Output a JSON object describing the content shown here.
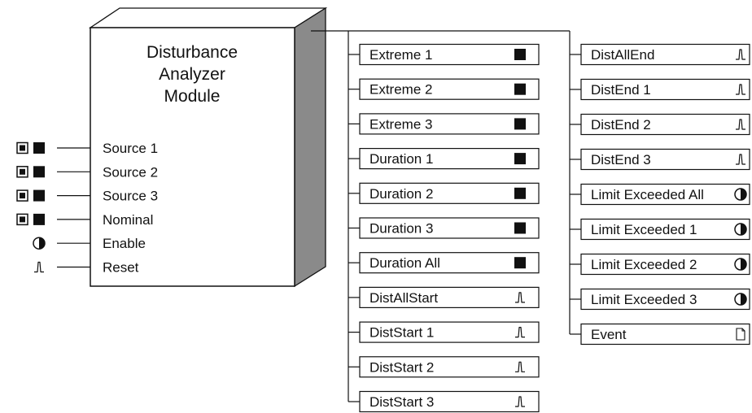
{
  "module": {
    "title_lines": [
      "Disturbance",
      "Analyzer",
      "Module"
    ]
  },
  "inputs": [
    {
      "label": "Source 1",
      "icon": "numeric-register-icon"
    },
    {
      "label": "Source 2",
      "icon": "numeric-register-icon"
    },
    {
      "label": "Source 3",
      "icon": "numeric-register-icon"
    },
    {
      "label": "Nominal",
      "icon": "numeric-register-icon"
    },
    {
      "label": "Enable",
      "icon": "boolean-half-circle-icon"
    },
    {
      "label": "Reset",
      "icon": "pulse-icon"
    }
  ],
  "outputs_col1": [
    {
      "label": "Extreme 1",
      "icon": "numeric-square-icon"
    },
    {
      "label": "Extreme 2",
      "icon": "numeric-square-icon"
    },
    {
      "label": "Extreme 3",
      "icon": "numeric-square-icon"
    },
    {
      "label": "Duration 1",
      "icon": "numeric-square-icon"
    },
    {
      "label": "Duration 2",
      "icon": "numeric-square-icon"
    },
    {
      "label": "Duration 3",
      "icon": "numeric-square-icon"
    },
    {
      "label": "Duration All",
      "icon": "numeric-square-icon"
    },
    {
      "label": "DistAllStart",
      "icon": "pulse-icon"
    },
    {
      "label": "DistStart 1",
      "icon": "pulse-icon"
    },
    {
      "label": "DistStart 2",
      "icon": "pulse-icon"
    },
    {
      "label": "DistStart 3",
      "icon": "pulse-icon"
    }
  ],
  "outputs_col2": [
    {
      "label": "DistAllEnd",
      "icon": "pulse-icon"
    },
    {
      "label": "DistEnd 1",
      "icon": "pulse-icon"
    },
    {
      "label": "DistEnd 2",
      "icon": "pulse-icon"
    },
    {
      "label": "DistEnd 3",
      "icon": "pulse-icon"
    },
    {
      "label": "Limit Exceeded All",
      "icon": "boolean-half-circle-icon"
    },
    {
      "label": "Limit Exceeded 1",
      "icon": "boolean-half-circle-icon"
    },
    {
      "label": "Limit Exceeded 2",
      "icon": "boolean-half-circle-icon"
    },
    {
      "label": "Limit Exceeded 3",
      "icon": "boolean-half-circle-icon"
    },
    {
      "label": "Event",
      "icon": "event-log-icon"
    }
  ]
}
